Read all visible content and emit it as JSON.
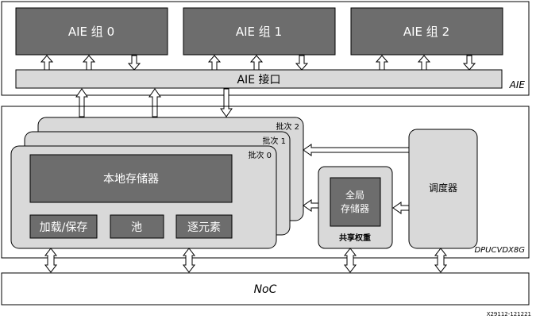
{
  "aie_section": {
    "label": "AIE",
    "groups": [
      "AIE 组 0",
      "AIE 组 1",
      "AIE 组 2"
    ],
    "interface_label": "AIE 接口"
  },
  "dpu_section": {
    "label": "DPUCVDX8G",
    "batches": [
      "批次 2",
      "批次 1",
      "批次 0"
    ],
    "local_memory": "本地存储器",
    "units": [
      "加载/保存",
      "池",
      "逐元素"
    ],
    "shared_weights": {
      "global_memory_line1": "全局",
      "global_memory_line2": "存储器",
      "label": "共享权重"
    },
    "scheduler": "调度器"
  },
  "noc_label": "NoC",
  "figure_id": "X29112-121221",
  "colors": {
    "dark_box": "#6d6d6d",
    "light_box": "#d9d9d9",
    "line": "#000000",
    "background": "#ffffff"
  }
}
